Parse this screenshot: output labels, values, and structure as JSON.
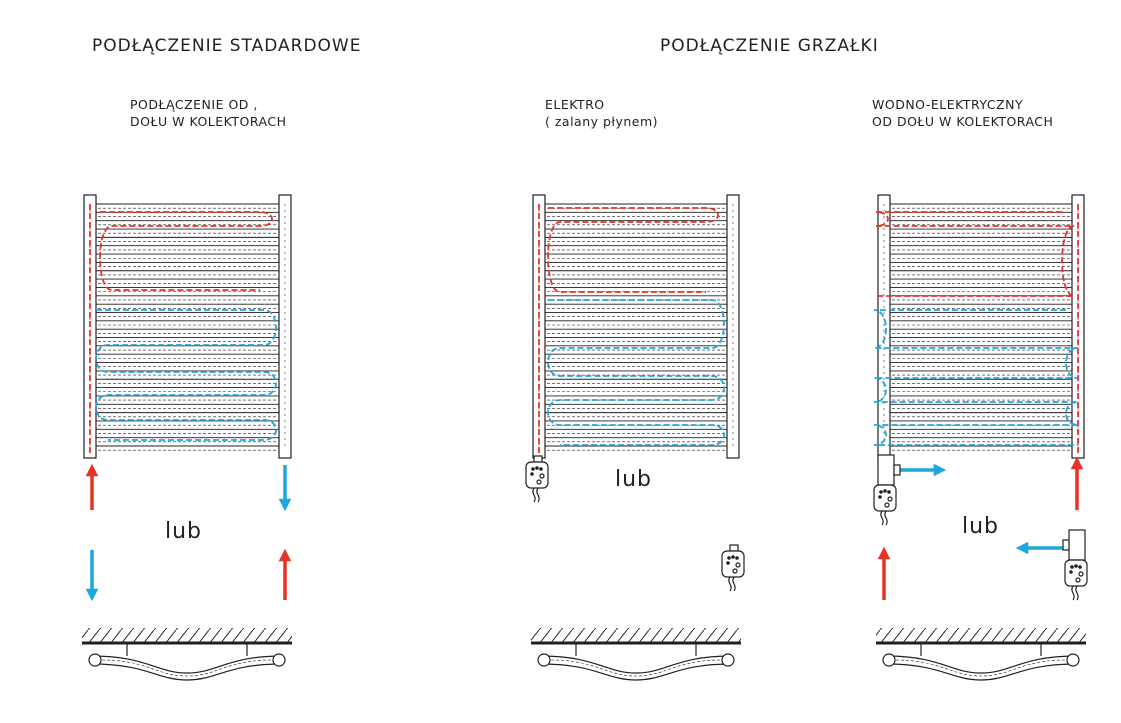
{
  "headings": {
    "standard": "PODŁĄCZENIE STADARDOWE",
    "heater": "PODŁĄCZENIE GRZAŁKI"
  },
  "panels": {
    "bottom_collectors": {
      "line1": "PODŁĄCZENIE OD ,",
      "line2": "DOŁU W KOLEKTORACH"
    },
    "electric": {
      "line1": "ELEKTRO",
      "line2": "( zalany płynem)"
    },
    "water_electric": {
      "line1": "WODNO-ELEKTRYCZNY",
      "line2": "OD DOŁU W KOLEKTORACH"
    }
  },
  "or_labels": {
    "left": "lub",
    "middle": "lub",
    "right": "lub"
  },
  "colors": {
    "hot": "#e63323",
    "cold": "#1ea7dd",
    "line": "#231f20"
  }
}
